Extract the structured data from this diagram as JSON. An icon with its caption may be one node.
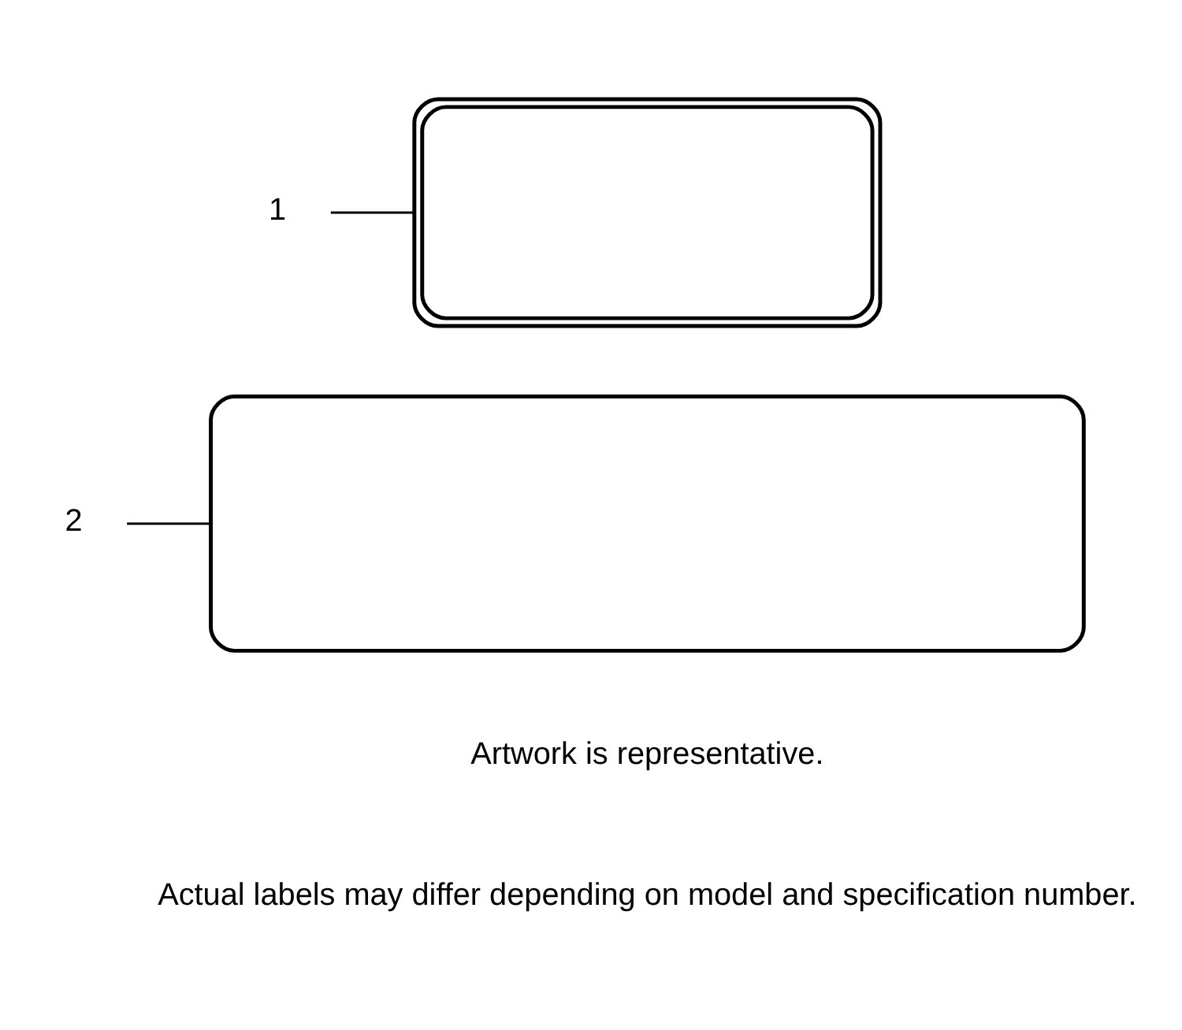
{
  "diagram": {
    "nodes": [
      {
        "text": [
          "1"
        ]
      },
      {
        "text": [],
        "shape": "box"
      },
      {
        "text": [
          "2"
        ]
      },
      {
        "text": [],
        "shape": "box"
      }
    ],
    "edges": [
      {
        "from": 0,
        "to": 1,
        "arrow": "none"
      },
      {
        "from": 2,
        "to": 3,
        "arrow": "none"
      }
    ],
    "labels": [
      "Artwork is representative.",
      "Actual labels may differ depending on model and specification number."
    ]
  }
}
